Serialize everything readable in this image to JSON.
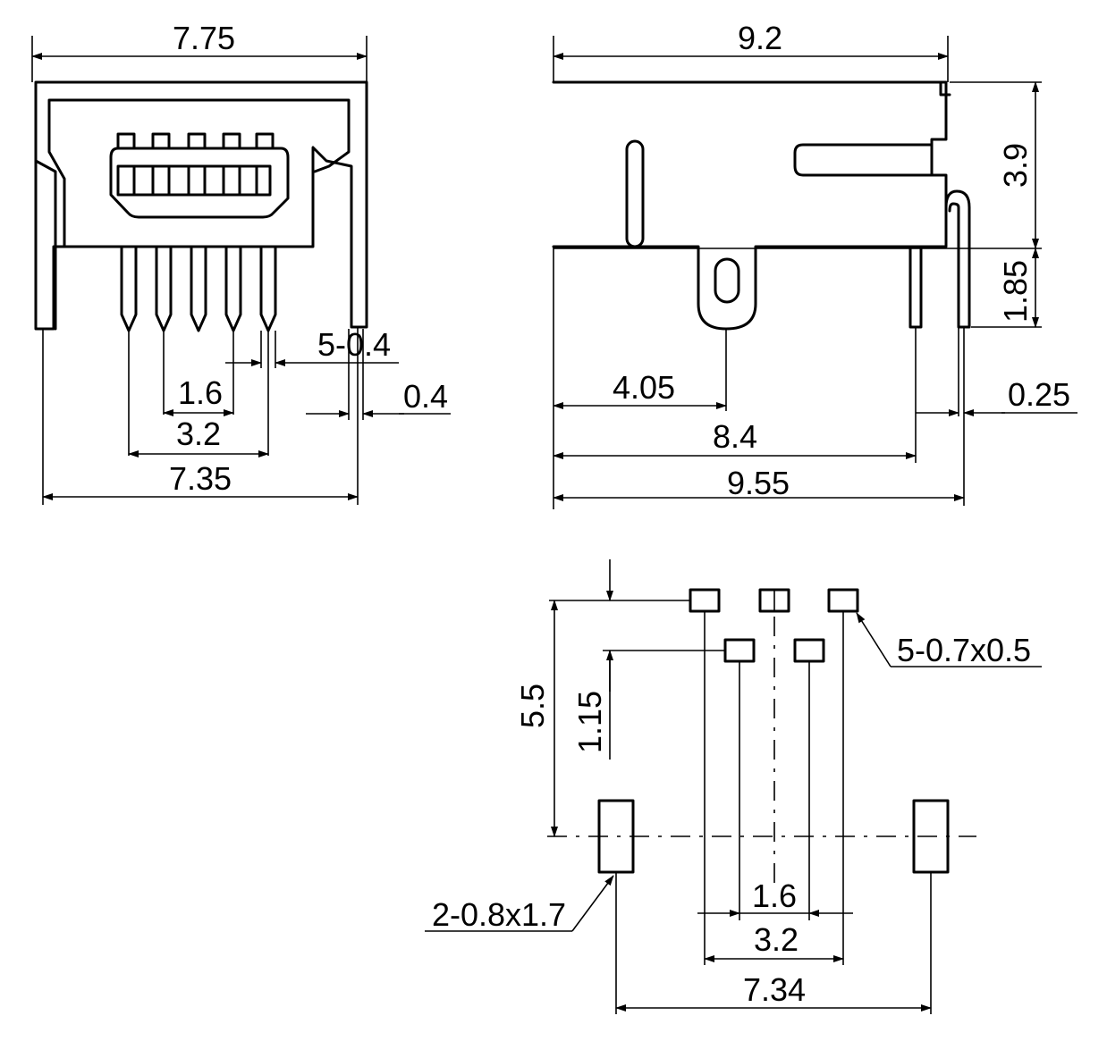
{
  "front_view": {
    "overall_width": "7.75",
    "pin_pitch": "1.6",
    "pin_span": "3.2",
    "leg_span": "7.35",
    "pin_callout": "5-0.4",
    "pin_width": "0.4"
  },
  "side_view": {
    "body_length": "9.2",
    "body_height": "3.9",
    "pin_length": "1.85",
    "post_offset": "4.05",
    "pin_offset": "8.4",
    "overall_length": "9.55",
    "pin_thickness": "0.25"
  },
  "footprint": {
    "row_spacing": "5.5",
    "row_offset": "1.15",
    "signal_pad_callout": "5-0.7x0.5",
    "mount_pad_callout": "2-0.8x1.7",
    "pad_pitch": "1.6",
    "pad_span": "3.2",
    "mount_span": "7.34"
  }
}
